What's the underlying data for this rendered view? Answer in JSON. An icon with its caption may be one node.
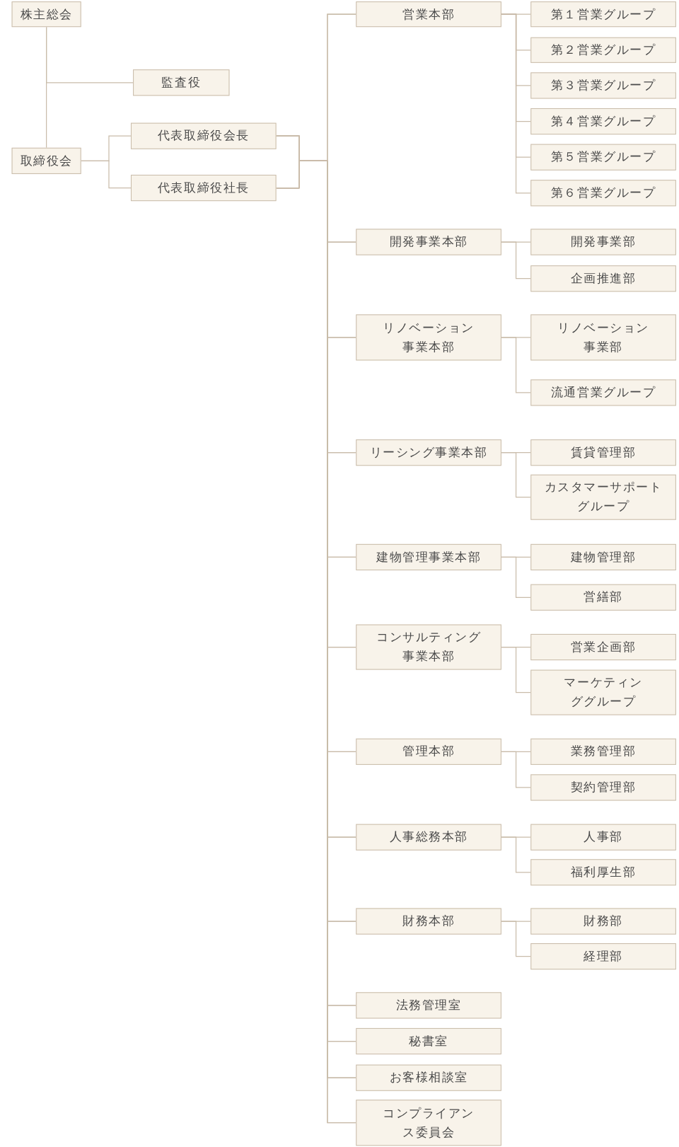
{
  "diagram": {
    "nodes": [
      {
        "text": [
          "株主総会"
        ]
      },
      {
        "text": [
          "監査役"
        ]
      },
      {
        "text": [
          "取締役会"
        ]
      },
      {
        "text": [
          "代表取締役会長"
        ]
      },
      {
        "text": [
          "代表取締役社長"
        ]
      },
      {
        "text": [
          "営業本部"
        ]
      },
      {
        "text": [
          "第１営業グループ"
        ]
      },
      {
        "text": [
          "第２営業グループ"
        ]
      },
      {
        "text": [
          "第３営業グループ"
        ]
      },
      {
        "text": [
          "第４営業グループ"
        ]
      },
      {
        "text": [
          "第５営業グループ"
        ]
      },
      {
        "text": [
          "第６営業グループ"
        ]
      },
      {
        "text": [
          "開発事業本部"
        ]
      },
      {
        "text": [
          "開発事業部"
        ]
      },
      {
        "text": [
          "企画推進部"
        ]
      },
      {
        "text": [
          "リノベーション事業本部"
        ]
      },
      {
        "text": [
          "リノベーション事業部"
        ]
      },
      {
        "text": [
          "流通営業グループ"
        ]
      },
      {
        "text": [
          "リーシング事業本部"
        ]
      },
      {
        "text": [
          "賃貸管理部"
        ]
      },
      {
        "text": [
          "カスタマーサポートグループ"
        ]
      },
      {
        "text": [
          "建物管理事業本部"
        ]
      },
      {
        "text": [
          "建物管理部"
        ]
      },
      {
        "text": [
          "営繕部"
        ]
      },
      {
        "text": [
          "コンサルティング事業本部"
        ]
      },
      {
        "text": [
          "営業企画部"
        ]
      },
      {
        "text": [
          "マーケティンググループ"
        ]
      },
      {
        "text": [
          "管理本部"
        ]
      },
      {
        "text": [
          "業務管理部"
        ]
      },
      {
        "text": [
          "契約管理部"
        ]
      },
      {
        "text": [
          "人事総務本部"
        ]
      },
      {
        "text": [
          "人事部"
        ]
      },
      {
        "text": [
          "福利厚生部"
        ]
      },
      {
        "text": [
          "財務本部"
        ]
      },
      {
        "text": [
          "財務部"
        ]
      },
      {
        "text": [
          "経理部"
        ]
      },
      {
        "text": [
          "法務管理室"
        ]
      },
      {
        "text": [
          "秘書室"
        ]
      },
      {
        "text": [
          "お客様相談室"
        ]
      },
      {
        "text": [
          "コンプライアンス委員会"
        ]
      }
    ],
    "edges": [
      {
        "from": 0,
        "to": 1,
        "arrow": "none"
      },
      {
        "from": 0,
        "to": 2,
        "arrow": "none"
      },
      {
        "from": 2,
        "to": 3,
        "arrow": "none"
      },
      {
        "from": 2,
        "to": 4,
        "arrow": "none"
      },
      {
        "from": 3,
        "to": 5,
        "arrow": "none"
      },
      {
        "from": 4,
        "to": 5,
        "arrow": "none"
      },
      {
        "from": 3,
        "to": 12,
        "arrow": "none"
      },
      {
        "from": 4,
        "to": 12,
        "arrow": "none"
      },
      {
        "from": 3,
        "to": 15,
        "arrow": "none"
      },
      {
        "from": 4,
        "to": 15,
        "arrow": "none"
      },
      {
        "from": 3,
        "to": 18,
        "arrow": "none"
      },
      {
        "from": 4,
        "to": 18,
        "arrow": "none"
      },
      {
        "from": 3,
        "to": 21,
        "arrow": "none"
      },
      {
        "from": 4,
        "to": 21,
        "arrow": "none"
      },
      {
        "from": 3,
        "to": 24,
        "arrow": "none"
      },
      {
        "from": 4,
        "to": 24,
        "arrow": "none"
      },
      {
        "from": 3,
        "to": 27,
        "arrow": "none"
      },
      {
        "from": 4,
        "to": 27,
        "arrow": "none"
      },
      {
        "from": 3,
        "to": 30,
        "arrow": "none"
      },
      {
        "from": 4,
        "to": 30,
        "arrow": "none"
      },
      {
        "from": 3,
        "to": 33,
        "arrow": "none"
      },
      {
        "from": 4,
        "to": 33,
        "arrow": "none"
      },
      {
        "from": 3,
        "to": 36,
        "arrow": "none"
      },
      {
        "from": 4,
        "to": 36,
        "arrow": "none"
      },
      {
        "from": 3,
        "to": 37,
        "arrow": "none"
      },
      {
        "from": 4,
        "to": 37,
        "arrow": "none"
      },
      {
        "from": 3,
        "to": 38,
        "arrow": "none"
      },
      {
        "from": 4,
        "to": 38,
        "arrow": "none"
      },
      {
        "from": 3,
        "to": 39,
        "arrow": "none"
      },
      {
        "from": 4,
        "to": 39,
        "arrow": "none"
      },
      {
        "from": 5,
        "to": 6,
        "arrow": "none"
      },
      {
        "from": 5,
        "to": 7,
        "arrow": "none"
      },
      {
        "from": 5,
        "to": 8,
        "arrow": "none"
      },
      {
        "from": 5,
        "to": 9,
        "arrow": "none"
      },
      {
        "from": 5,
        "to": 10,
        "arrow": "none"
      },
      {
        "from": 5,
        "to": 11,
        "arrow": "none"
      },
      {
        "from": 12,
        "to": 13,
        "arrow": "none"
      },
      {
        "from": 12,
        "to": 14,
        "arrow": "none"
      },
      {
        "from": 15,
        "to": 16,
        "arrow": "none"
      },
      {
        "from": 15,
        "to": 17,
        "arrow": "none"
      },
      {
        "from": 18,
        "to": 19,
        "arrow": "none"
      },
      {
        "from": 18,
        "to": 20,
        "arrow": "none"
      },
      {
        "from": 21,
        "to": 22,
        "arrow": "none"
      },
      {
        "from": 21,
        "to": 23,
        "arrow": "none"
      },
      {
        "from": 24,
        "to": 25,
        "arrow": "none"
      },
      {
        "from": 24,
        "to": 26,
        "arrow": "none"
      },
      {
        "from": 27,
        "to": 28,
        "arrow": "none"
      },
      {
        "from": 27,
        "to": 29,
        "arrow": "none"
      },
      {
        "from": 30,
        "to": 31,
        "arrow": "none"
      },
      {
        "from": 30,
        "to": 32,
        "arrow": "none"
      },
      {
        "from": 33,
        "to": 34,
        "arrow": "none"
      },
      {
        "from": 33,
        "to": 35,
        "arrow": "none"
      }
    ]
  }
}
